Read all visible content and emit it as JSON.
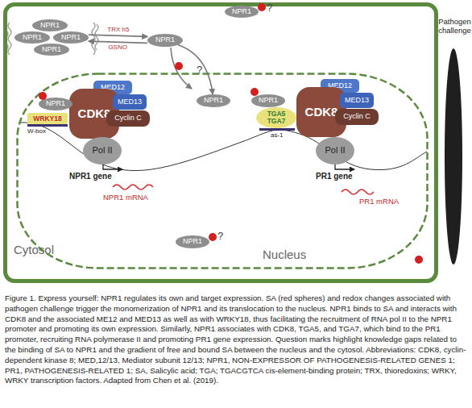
{
  "diagram": {
    "caption": "Figure 1. Express yourself: NPR1 regulates its own and target expression. SA (red spheres) and redox changes associated with pathogen challenge trigger the monomerization of NPR1 and its translocation to the nucleus. NPR1 binds to SA and interacts with CDK8 and the associated ME12 and MED13 as well as with WRKY18, thus facilitating the recruitment of RNA pol II to the NPR1 promoter and promoting its own expression. Similarly, NPR1 associates with CDK8, TGA5, and TGA7, which bind to the PR1 promoter, recruiting RNA polymerase II and promoting PR1 gene expression. Question marks highlight knowledge gaps related to the binding of SA to NPR1 and the gradient of free and bound SA between the nucleus and the cytosol. Abbreviations: CDK8, cyclin-dependent kinase 8; MED,12/13, Mediator subunit 12/13; NPR1, NON-EXPRESSOR OF PATHOGENESIS-RELATED GENES 1; PR1, PATHOGENESIS-RELATED 1; SA, Salicylic acid; TGA; TGACGTCA cis-element-binding protein; TRX, thioredoxins; WRKY, WRKY transcription factors. Adapted from Chen et al. (2019).",
    "nodes": [
      {
        "text": [
          "Cytosol"
        ]
      },
      {
        "text": [
          "NPR1"
        ],
        "in": 0
      },
      {
        "text": [
          "NPR1"
        ],
        "in": 0
      },
      {
        "text": [
          "NPR1"
        ],
        "in": 0
      },
      {
        "text": [
          "NPR1"
        ],
        "in": 0
      },
      {
        "text": [
          "NPR1"
        ],
        "in": 0
      },
      {
        "text": [
          "NPR1"
        ],
        "in": 0
      },
      {
        "text": [
          "Pathogen challenge"
        ]
      },
      {
        "text": [
          "Nucleus"
        ],
        "in": 0
      },
      {
        "text": [
          "NPR1"
        ],
        "in": 8
      },
      {
        "text": [
          "NPR1"
        ],
        "in": 8
      },
      {
        "text": [
          "MED12"
        ],
        "in": 8
      },
      {
        "text": [
          "CDK8"
        ],
        "in": 8
      },
      {
        "text": [
          "MED13"
        ],
        "in": 8
      },
      {
        "text": [
          "Cyclin C"
        ],
        "in": 8
      },
      {
        "text": [
          "WRKY18"
        ],
        "in": 8
      },
      {
        "text": [
          "Pol II"
        ],
        "in": 8
      },
      {
        "text": [
          "NPR1"
        ],
        "in": 8
      },
      {
        "text": [
          "MED12"
        ],
        "in": 8
      },
      {
        "text": [
          "CDK8"
        ],
        "in": 8
      },
      {
        "text": [
          "MED13"
        ],
        "in": 8
      },
      {
        "text": [
          "Cyclin C"
        ],
        "in": 8
      },
      {
        "text": [
          "TGA5",
          "TGA7"
        ],
        "in": 8
      },
      {
        "text": [
          "Pol II"
        ],
        "in": 8
      },
      {
        "text": [
          "NPR1"
        ],
        "in": 8
      }
    ],
    "edges": [
      {
        "from": 3,
        "to": 5,
        "label": "TRX h5",
        "arrow": "to"
      },
      {
        "from": 5,
        "to": 3,
        "label": "GSNO",
        "arrow": "to"
      },
      {
        "from": 5,
        "to": 9,
        "arrow": "to"
      }
    ],
    "labels": [
      "?",
      "?",
      "W-box",
      "NPR1 gene",
      "NPR1 mRNA",
      "as-1",
      "PR1 gene",
      "PR1 mRNA",
      "?"
    ]
  }
}
